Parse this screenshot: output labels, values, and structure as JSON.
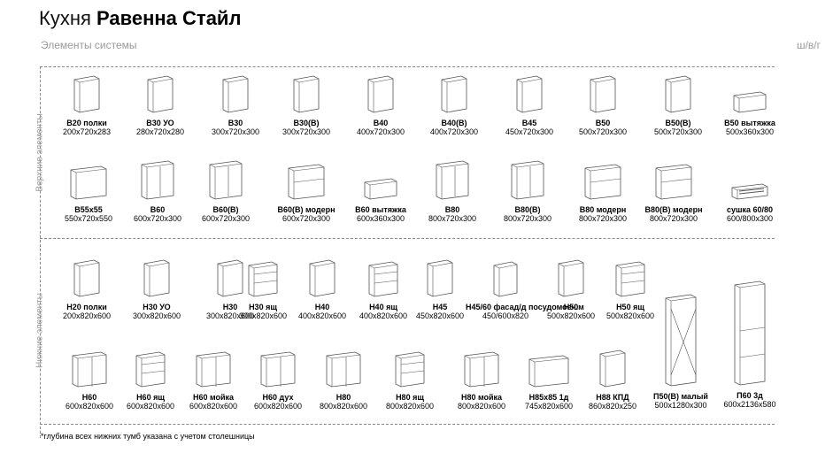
{
  "header": {
    "title_light": "Кухня",
    "title_bold": "Равенна Стайл",
    "subtitle": "Элементы системы",
    "code": "ш/в/г"
  },
  "sections": {
    "upper": "Верхние элементы",
    "lower": "Нижние элементы"
  },
  "upper_row1": [
    {
      "name": "В20 полки",
      "dims": "200х720х283",
      "icon": "open-shelf-cabinet-icon"
    },
    {
      "name": "В30 УО",
      "dims": "280х720х280",
      "icon": "corner-end-shelf-icon"
    },
    {
      "name": "В30",
      "dims": "300х720х300",
      "icon": "wall-cabinet-icon"
    },
    {
      "name": "В30(В)",
      "dims": "300х720х300",
      "icon": "glass-wall-cabinet-icon"
    },
    {
      "name": "В40",
      "dims": "400х720х300",
      "icon": "wall-cabinet-icon"
    },
    {
      "name": "В40(В)",
      "dims": "400х720х300",
      "icon": "glass-wall-cabinet-icon"
    },
    {
      "name": "В45",
      "dims": "450х720х300",
      "icon": "wall-cabinet-icon"
    },
    {
      "name": "В50",
      "dims": "500х720х300",
      "icon": "wall-cabinet-icon"
    },
    {
      "name": "В50(В)",
      "dims": "500х720х300",
      "icon": "glass-wall-cabinet-icon"
    },
    {
      "name": "В50 вытяжка",
      "dims": "500х360х300",
      "icon": "hood-cabinet-icon"
    }
  ],
  "upper_row2": [
    {
      "name": "В55х55",
      "dims": "550х720х550",
      "icon": "corner-wall-cabinet-icon"
    },
    {
      "name": "В60",
      "dims": "600х720х300",
      "icon": "double-wall-cabinet-icon"
    },
    {
      "name": "В60(В)",
      "dims": "600х720х300",
      "icon": "double-glass-wall-cabinet-icon"
    },
    {
      "name": "В60(В) модерн",
      "dims": "600х720х300",
      "icon": "modern-glass-cabinet-icon"
    },
    {
      "name": "В60 вытяжка",
      "dims": "600х360х300",
      "icon": "hood-cabinet-icon"
    },
    {
      "name": "В80",
      "dims": "800х720х300",
      "icon": "double-wall-cabinet-icon"
    },
    {
      "name": "В80(В)",
      "dims": "800х720х300",
      "icon": "double-glass-wall-cabinet-icon"
    },
    {
      "name": "В80 модерн",
      "dims": "800х720х300",
      "icon": "modern-lift-cabinet-icon"
    },
    {
      "name": "В80(В) модерн",
      "dims": "800х720х300",
      "icon": "modern-glass-cabinet-icon"
    },
    {
      "name": "сушка 60/80",
      "dims": "600/800х300",
      "icon": "dish-dryer-icon"
    }
  ],
  "lower_row1": [
    {
      "name": "Н20 полки",
      "dims": "200х820х600",
      "icon": "open-base-shelf-icon"
    },
    {
      "name": "Н30 УО",
      "dims": "300х820х600",
      "icon": "corner-end-base-icon"
    },
    {
      "name": "Н30",
      "dims": "300х820х600",
      "icon": "base-cabinet-icon"
    },
    {
      "name": "Н30 ящ",
      "dims": "300х820х600",
      "icon": "drawer-base-icon"
    },
    {
      "name": "Н40",
      "dims": "400х820х600",
      "icon": "base-cabinet-icon"
    },
    {
      "name": "Н40 ящ",
      "dims": "400х820х600",
      "icon": "drawer-base-icon"
    },
    {
      "name": "Н45",
      "dims": "450х820х600",
      "icon": "base-cabinet-icon"
    },
    {
      "name": "Н45/60 фасад/д посудомоеч.м",
      "dims": "450/600х820",
      "icon": "dishwasher-front-icon"
    },
    {
      "name": "Н50",
      "dims": "500х820х600",
      "icon": "base-cabinet-icon"
    },
    {
      "name": "Н50 ящ",
      "dims": "500х820х600",
      "icon": "drawer-base-icon"
    }
  ],
  "lower_row2": [
    {
      "name": "Н60",
      "dims": "600х820х600",
      "icon": "double-base-cabinet-icon"
    },
    {
      "name": "Н60 ящ",
      "dims": "600х820х600",
      "icon": "drawer-base-icon"
    },
    {
      "name": "Н60 мойка",
      "dims": "600х820х600",
      "icon": "sink-base-icon"
    },
    {
      "name": "Н60 дух",
      "dims": "600х820х600",
      "icon": "oven-base-icon"
    },
    {
      "name": "Н80",
      "dims": "800х820х600",
      "icon": "double-base-cabinet-icon"
    },
    {
      "name": "Н80 ящ",
      "dims": "800х820х600",
      "icon": "wide-drawer-base-icon"
    },
    {
      "name": "Н80 мойка",
      "dims": "800х820х600",
      "icon": "sink-base-icon"
    },
    {
      "name": "Н85х85 1д",
      "dims": "745х820х600",
      "icon": "corner-base-icon"
    },
    {
      "name": "Н88 КПД",
      "dims": "860х820х250",
      "icon": "end-shelf-base-icon"
    },
    {
      "name": "П50(В) малый",
      "dims": "500х1280х300",
      "icon": "tall-glass-cabinet-icon"
    },
    {
      "name": "П60 3д",
      "dims": "600х2136х580",
      "icon": "tall-cabinet-icon"
    }
  ],
  "footnote": "*глубина всех нижних тумб указана с учетом столешницы"
}
